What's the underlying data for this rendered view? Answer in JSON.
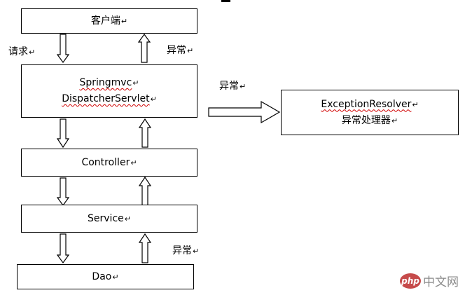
{
  "nodes": {
    "client": {
      "label": "客户端"
    },
    "dispatcher": {
      "line1": "Springmvc",
      "line2": "DispatcherServlet"
    },
    "controller": {
      "label": "Controller"
    },
    "service": {
      "label": "Service"
    },
    "dao": {
      "label": "Dao"
    },
    "resolver": {
      "line1": "ExceptionResolver",
      "line2": "异常处理器"
    }
  },
  "edge_labels": {
    "request": "请求",
    "exception_top": "异常",
    "exception_right": "异常",
    "exception_bottom": "异常"
  },
  "paragraph_mark": "↵",
  "watermark": {
    "logo": "php",
    "text": "中文网"
  }
}
